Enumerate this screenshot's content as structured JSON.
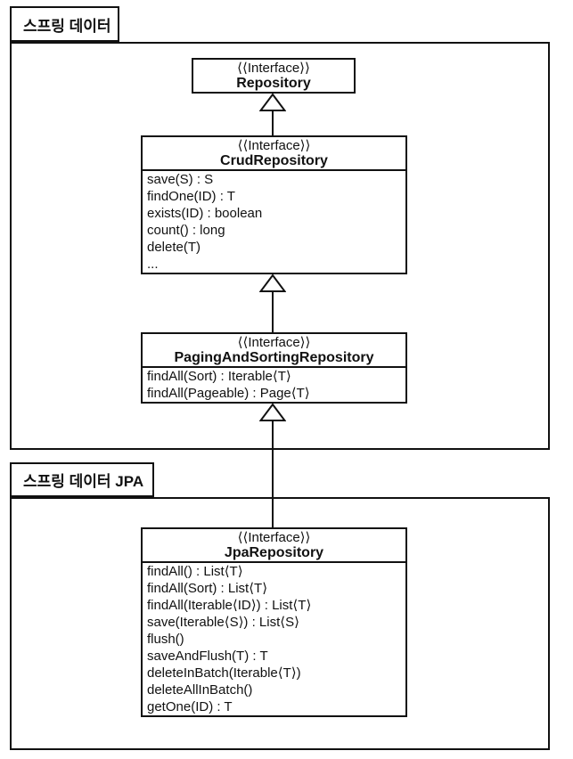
{
  "packages": {
    "spring_data": {
      "label": "스프링 데이터"
    },
    "spring_data_jpa": {
      "label": "스프링 데이터 JPA"
    }
  },
  "classes": {
    "repository": {
      "stereotype": "⟨⟨Interface⟩⟩",
      "name": "Repository"
    },
    "crud_repository": {
      "stereotype": "⟨⟨Interface⟩⟩",
      "name": "CrudRepository",
      "methods": [
        "save(S) : S",
        "findOne(ID) : T",
        "exists(ID) : boolean",
        "count() : long",
        "delete(T)",
        "..."
      ]
    },
    "paging_and_sorting_repository": {
      "stereotype": "⟨⟨Interface⟩⟩",
      "name": "PagingAndSortingRepository",
      "methods": [
        "findAll(Sort) : Iterable⟨T⟩",
        "findAll(Pageable) : Page⟨T⟩"
      ]
    },
    "jpa_repository": {
      "stereotype": "⟨⟨Interface⟩⟩",
      "name": "JpaRepository",
      "methods": [
        "findAll() : List⟨T⟩",
        "findAll(Sort) : List⟨T⟩",
        "findAll(Iterable⟨ID⟩) : List⟨T⟩",
        "save(Iterable⟨S⟩) : List⟨S⟩",
        "flush()",
        "saveAndFlush(T) : T",
        "deleteInBatch(Iterable⟨T⟩)",
        "deleteAllInBatch()",
        "getOne(ID) : T"
      ]
    }
  },
  "colors": {
    "line": "#111111",
    "background": "#ffffff"
  }
}
